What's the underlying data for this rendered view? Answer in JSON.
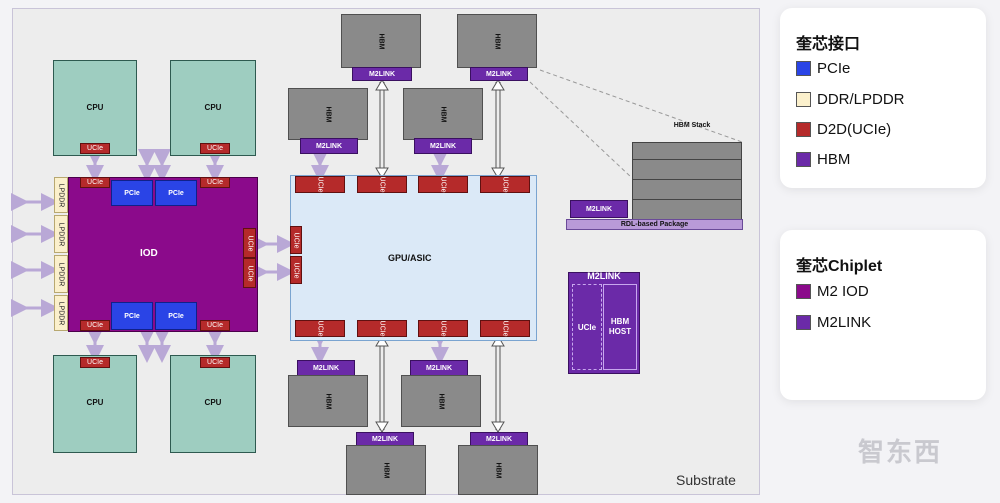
{
  "labels": {
    "cpu": "CPU",
    "ucie": "UCIe",
    "pcie": "PCIe",
    "lpddr": "LPDDR",
    "iod": "IOD",
    "gpu": "GPU/ASIC",
    "hbm": "HBM",
    "m2link": "M2LINK",
    "hbm_stack": "HBM Stack",
    "rdl_package": "RDL-based Package",
    "hbm_host": "HBM HOST",
    "substrate": "Substrate"
  },
  "legend_interface": {
    "title": "奎芯接口",
    "items": [
      {
        "label": "PCIe",
        "color": "#2a44e6"
      },
      {
        "label": "DDR/LPDDR",
        "color": "#fbf0cc"
      },
      {
        "label": "D2D(UCIe)",
        "color": "#b52a2a"
      },
      {
        "label": "HBM",
        "color": "#6b2aa8"
      }
    ]
  },
  "legend_chiplet": {
    "title": "奎芯Chiplet",
    "items": [
      {
        "label": "M2 IOD",
        "color": "#8b0a8b"
      },
      {
        "label": "M2LINK",
        "color": "#6b2aa8"
      }
    ]
  },
  "watermark": "智东西",
  "colors": {
    "iod": "#8b0a8b",
    "gpu": "#dbe9f7",
    "arrow": "#b9a8d6"
  }
}
